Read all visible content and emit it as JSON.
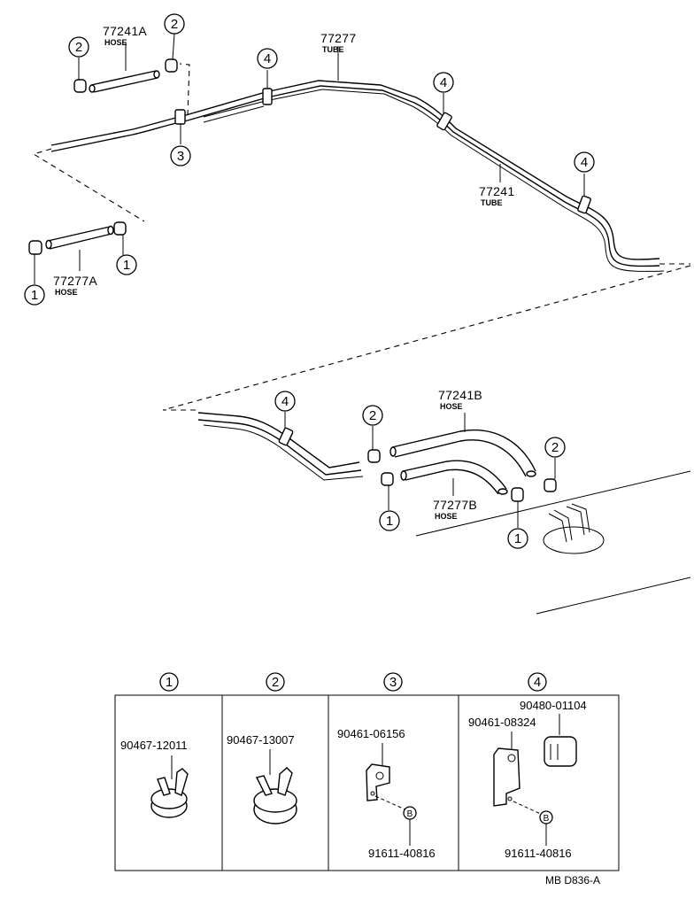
{
  "upper_assembly": {
    "tube_77277": {
      "number": "77277",
      "type": "TUBE"
    },
    "tube_77241": {
      "number": "77241",
      "type": "TUBE"
    },
    "hose_77241A": {
      "number": "77241A",
      "type": "HOSE"
    },
    "hose_77277A": {
      "number": "77277A",
      "type": "HOSE"
    }
  },
  "lower_assembly": {
    "hose_77241B": {
      "number": "77241B",
      "type": "HOSE"
    },
    "hose_77277B": {
      "number": "77277B",
      "type": "HOSE"
    }
  },
  "callouts": {
    "c1": "1",
    "c2": "2",
    "c3": "3",
    "c4": "4",
    "b": "B"
  },
  "parts_table": {
    "columns": [
      {
        "callout": "1",
        "part_numbers": [
          "90467-12011"
        ]
      },
      {
        "callout": "2",
        "part_numbers": [
          "90467-13007"
        ]
      },
      {
        "callout": "3",
        "part_numbers": [
          "90461-06156",
          "91611-40816"
        ]
      },
      {
        "callout": "4",
        "part_numbers": [
          "90480-01104",
          "90461-08324",
          "91611-40816"
        ]
      }
    ]
  },
  "drawing_code": "MB D836-A"
}
